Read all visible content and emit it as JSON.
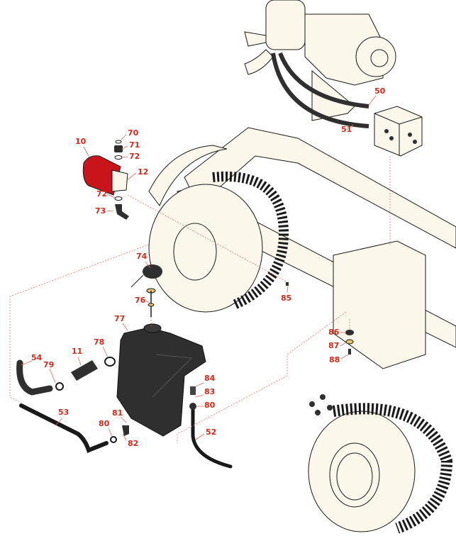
{
  "diagram": {
    "title": "Fuel/Hydraulic System Exploded Parts View",
    "colors": {
      "callout": "#d42a1a",
      "leader_line": "#e06a5c",
      "machine_body": "#fbf7ea",
      "hoses_and_tank": "#2f2f2f",
      "filter_highlight": "#c8141a",
      "washer_brass": "#e6c66a"
    },
    "callouts": [
      {
        "id": "10",
        "part": "hydraulic-filter"
      },
      {
        "id": "70",
        "part": "o-ring-top"
      },
      {
        "id": "71",
        "part": "fitting-top"
      },
      {
        "id": "72",
        "part": "o-ring-upper"
      },
      {
        "id": "12",
        "part": "filter-head"
      },
      {
        "id": "72",
        "part": "o-ring-lower"
      },
      {
        "id": "73",
        "part": "elbow-fitting"
      },
      {
        "id": "50",
        "part": "hydraulic-hose-upper"
      },
      {
        "id": "51",
        "part": "hydraulic-hose-lower"
      },
      {
        "id": "74",
        "part": "tank-cap"
      },
      {
        "id": "76",
        "part": "dipstick"
      },
      {
        "id": "85",
        "part": "bolt"
      },
      {
        "id": "77",
        "part": "hydraulic-tank"
      },
      {
        "id": "78",
        "part": "o-ring"
      },
      {
        "id": "11",
        "part": "strainer"
      },
      {
        "id": "54",
        "part": "suction-hose"
      },
      {
        "id": "79",
        "part": "hose-clamp"
      },
      {
        "id": "86",
        "part": "grommet"
      },
      {
        "id": "87",
        "part": "washer"
      },
      {
        "id": "88",
        "part": "screw"
      },
      {
        "id": "84",
        "part": "o-ring-fitting"
      },
      {
        "id": "83",
        "part": "barb-fitting"
      },
      {
        "id": "80",
        "part": "hose-clamp-right"
      },
      {
        "id": "53",
        "part": "return-hose"
      },
      {
        "id": "81",
        "part": "o-ring-elbow"
      },
      {
        "id": "80",
        "part": "hose-clamp-left"
      },
      {
        "id": "82",
        "part": "elbow-barb"
      },
      {
        "id": "52",
        "part": "vent-hose"
      }
    ]
  }
}
